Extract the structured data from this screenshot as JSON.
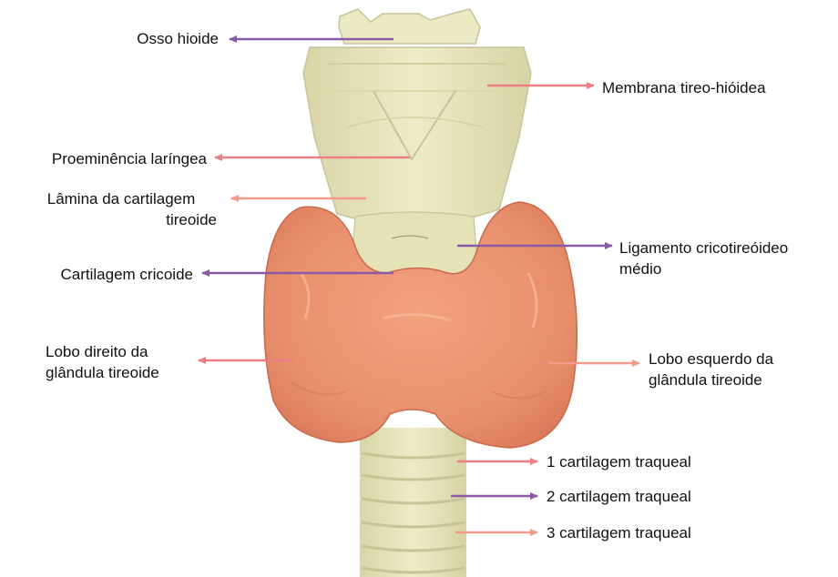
{
  "colors": {
    "arrow_purple": "#8a5aa6",
    "arrow_pink": "#ec7f86",
    "arrow_salmon": "#f39a8a",
    "cartilage": "#ece9c3",
    "thyroid": "#e8926f"
  },
  "labels": {
    "osso_hioide": "Osso hioide",
    "membrana": "Membrana tireo-hióidea",
    "proeminencia": "Proeminência laríngea",
    "lamina_1": "Lâmina da cartilagem",
    "lamina_2": "tireoide",
    "ligamento_1": "Ligamento cricotireóideo",
    "ligamento_2": "médio",
    "cricoide": "Cartilagem cricoide",
    "lobo_dir_1": "Lobo direito da",
    "lobo_dir_2": "glândula tireoide",
    "lobo_esq_1": "Lobo esquerdo da",
    "lobo_esq_2": "glândula tireoide",
    "traq_1": "1 cartilagem traqueal",
    "traq_2": "2 cartilagem traqueal",
    "traq_3": "3 cartilagem traqueal"
  }
}
